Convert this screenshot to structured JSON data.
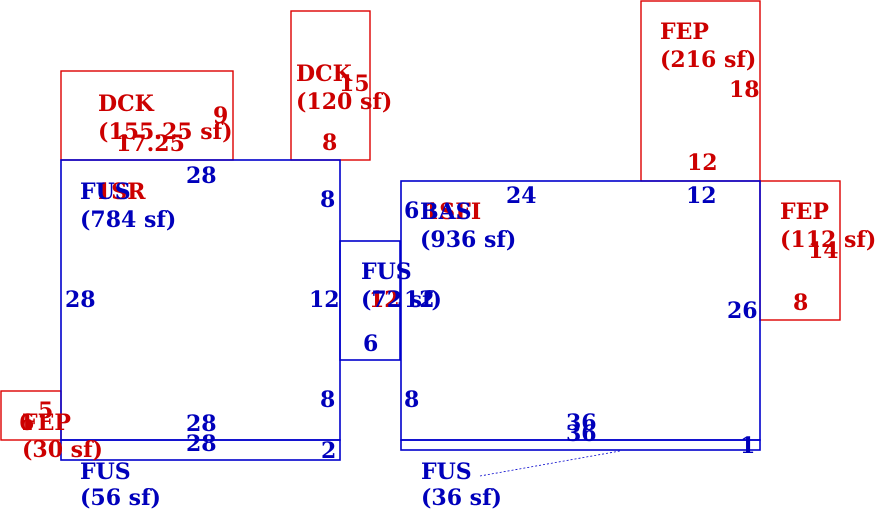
{
  "colors": {
    "blue": "#0000cc",
    "red": "#dd0000"
  },
  "areas": [
    {
      "id": "dck_left",
      "code": "DCK",
      "area": "(155.25 sf)",
      "color": "red",
      "dims": [
        "9",
        "17.25"
      ]
    },
    {
      "id": "dck_right",
      "code": "DCK",
      "area": "(120 sf)",
      "color": "red",
      "dims": [
        "15",
        "8"
      ]
    },
    {
      "id": "fep_top",
      "code": "FEP",
      "area": "(216 sf)",
      "color": "red",
      "dims": [
        "18",
        "12"
      ]
    },
    {
      "id": "fep_right",
      "code": "FEP",
      "area": "(112 sf)",
      "color": "red",
      "dims": [
        "14",
        "8"
      ]
    },
    {
      "id": "fep_small",
      "code": "FEP",
      "area": "(30 sf)",
      "color": "red",
      "dims": [
        "5",
        "6"
      ]
    },
    {
      "id": "fus_main",
      "code": "FUS",
      "area": "(784 sf)",
      "color": "blue",
      "overlay": "1SR",
      "dims": [
        "28",
        "28",
        "28",
        "8",
        "12",
        "8"
      ]
    },
    {
      "id": "bas_main",
      "code": "BAS",
      "area": "(936 sf)",
      "color": "blue",
      "overlay": "1SFI",
      "dims": [
        "24",
        "12",
        "6",
        "26",
        "8",
        "36"
      ]
    },
    {
      "id": "fus_link",
      "code": "FUS",
      "area": "(72 sf)",
      "color": "blue",
      "dims": [
        "12",
        "12",
        "6"
      ]
    },
    {
      "id": "fus_strip_left",
      "code": "FUS",
      "area": "(56 sf)",
      "color": "blue",
      "dims": [
        "28",
        "2"
      ]
    },
    {
      "id": "fus_strip_right",
      "code": "FUS",
      "area": "(36 sf)",
      "color": "blue",
      "dims": [
        "36",
        "1"
      ]
    }
  ]
}
